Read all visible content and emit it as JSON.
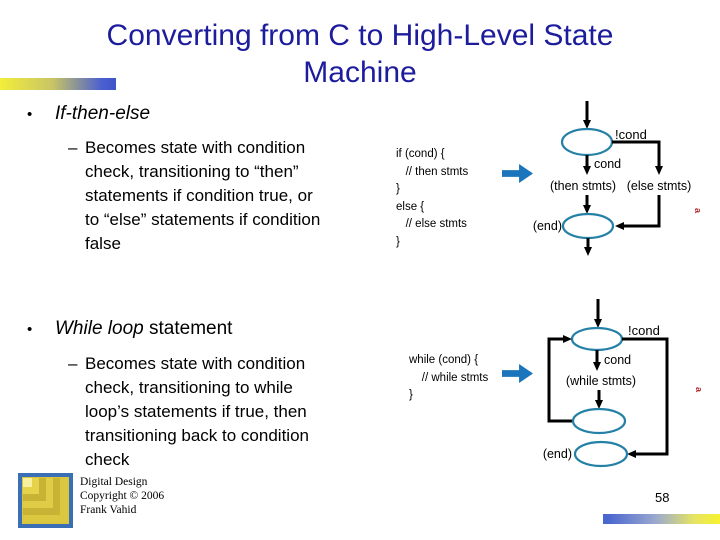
{
  "slide": {
    "title_line1": "Converting from C to High-Level State",
    "title_line2": "Machine",
    "page_number": "58"
  },
  "bullets": {
    "level1_marker": "•",
    "level2_marker": "–"
  },
  "if_section": {
    "heading": "If-then-else",
    "description": "Becomes state with condition\ncheck, transitioning to “then”\nstatements if condition true, or\nto “else” statements if condition\nfalse",
    "code": "if (cond) {\n   // then stmts\n}\nelse {\n   // else stmts\n}",
    "diagram": {
      "not_cond_label": "!cond",
      "cond_label": "cond",
      "then_label": "(then stmts)",
      "else_label": "(else stmts)",
      "end_label": "(end)",
      "animation_marker": "a"
    }
  },
  "while_section": {
    "heading_italic": "While loop",
    "heading_rest": " statement",
    "description": "Becomes state with condition\ncheck, transitioning to while\nloop’s statements if true, then\ntransitioning back to condition\ncheck",
    "code": "while (cond) {\n    // while stmts\n}",
    "diagram": {
      "not_cond_label": "!cond",
      "cond_label": "cond",
      "while_label": "(while stmts)",
      "end_label": "(end)",
      "animation_marker": "a"
    }
  },
  "footer": {
    "credit": "Digital Design\nCopyright © 2006\nFrank Vahid"
  },
  "colors": {
    "title": "#1c1c9c",
    "state_outline": "#2580a6",
    "block_arrow": "#1b75bc",
    "animation_marker": "#b5282a"
  }
}
